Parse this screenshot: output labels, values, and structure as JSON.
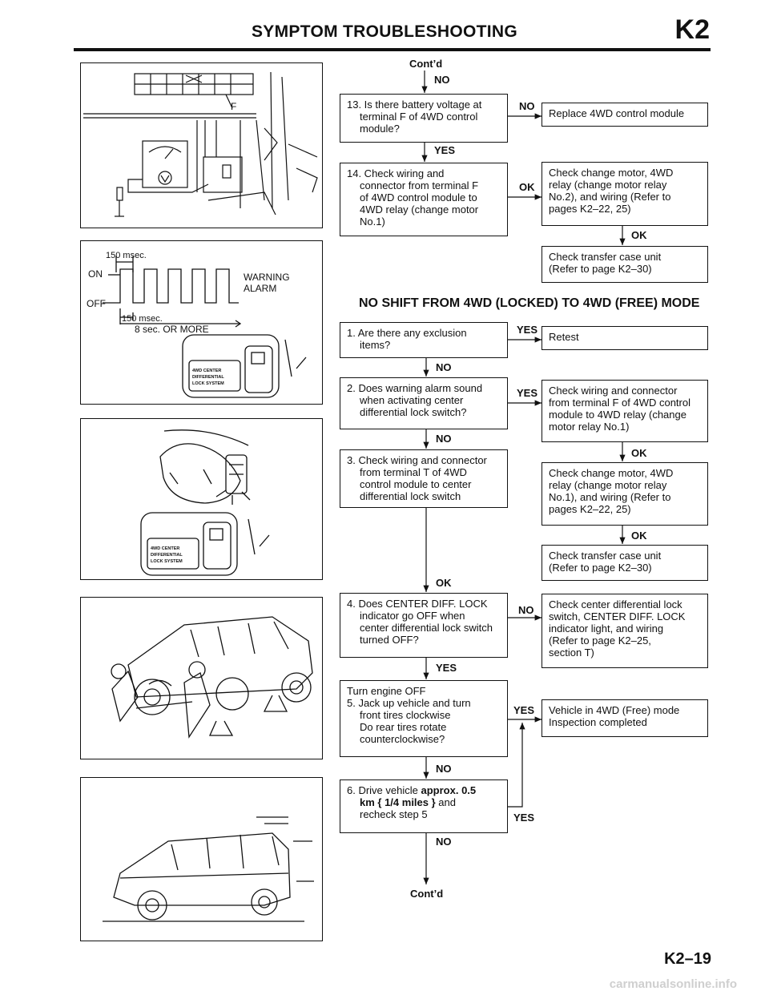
{
  "header": {
    "title": "SYMPTOM TROUBLESHOOTING",
    "code": "K2"
  },
  "page_number": "K2–19",
  "watermark": "carmanualsonline.info",
  "figures": {
    "fig1": {
      "terminal": "F"
    },
    "fig2": {
      "top_msec": "150 msec.",
      "on": "ON",
      "off": "OFF",
      "warning": "WARNING",
      "alarm": "ALARM",
      "bottom_msec": "150 msec.",
      "eight_sec": "8 sec. OR MORE",
      "switch_label": [
        "4WD CENTER",
        "DIFFERENTIAL",
        "LOCK SYSTEM"
      ]
    },
    "fig3": {
      "switch_label": [
        "4WD CENTER",
        "DIFFERENTIAL",
        "LOCK SYSTEM"
      ]
    }
  },
  "flow1": {
    "contd_top": "Cont’d",
    "no_top": "NO",
    "step13": [
      "13. Is there battery voltage at",
      "terminal F of 4WD control",
      "module?"
    ],
    "step13_no": "NO",
    "replace": "Replace 4WD control module",
    "step13_yes": "YES",
    "step14": [
      "14. Check wiring and",
      "connector from terminal F",
      "of 4WD control module to",
      "4WD relay (change motor",
      "No.1)"
    ],
    "step14_ok": "OK",
    "motor2": [
      "Check change motor, 4WD",
      "relay (change motor relay",
      "No.2), and wiring (Refer to",
      "pages K2–22, 25)"
    ],
    "motor2_ok": "OK",
    "transfer1": [
      "Check transfer case unit",
      "(Refer to page K2–30)"
    ]
  },
  "section_title": "NO SHIFT FROM 4WD (LOCKED) TO 4WD (FREE) MODE",
  "flow2": {
    "step1": [
      "1. Are there any exclusion",
      "items?"
    ],
    "step1_yes": "YES",
    "retest": "Retest",
    "step1_no": "NO",
    "step2": [
      "2. Does warning alarm sound",
      "when activating center",
      "differential lock switch?"
    ],
    "step2_yes": "YES",
    "wiring_f": [
      "Check wiring and connector",
      "from terminal F of 4WD control",
      "module to 4WD relay (change",
      "motor relay No.1)"
    ],
    "step2_no": "NO",
    "wiring_f_ok": "OK",
    "step3": [
      "3. Check wiring and connector",
      "from terminal T of 4WD",
      "control module to center",
      "differential lock switch"
    ],
    "motor1": [
      "Check change motor, 4WD",
      "relay (change motor relay",
      "No.1), and wiring (Refer to",
      "pages K2–22, 25)"
    ],
    "motor1_ok": "OK",
    "transfer2": [
      "Check transfer case unit",
      "(Refer to page K2–30)"
    ],
    "step3_ok": "OK",
    "step4": [
      "4. Does CENTER DIFF. LOCK",
      "indicator go OFF when",
      "center differential lock switch",
      "turned OFF?"
    ],
    "step4_no": "NO",
    "center_diff": [
      "Check center differential lock",
      "switch, CENTER DIFF. LOCK",
      "indicator light, and wiring",
      "(Refer to page K2–25,",
      "section T)"
    ],
    "step4_yes": "YES",
    "step5": [
      "Turn engine OFF",
      "5. Jack up vehicle and turn",
      "front tires clockwise",
      "Do rear tires rotate",
      "counterclockwise?"
    ],
    "step5_yes": "YES",
    "free_mode": [
      "Vehicle in 4WD (Free) mode",
      "Inspection completed"
    ],
    "step5_no": "NO",
    "step6_pre": "6. Drive vehicle",
    "step6_bold1": "approx. 0.5",
    "step6_bold2": "km { 1/4 miles }",
    "step6_post": "and",
    "step6_line3": "recheck step 5",
    "step6_yes": "YES",
    "step6_no": "NO",
    "contd_bottom": "Cont’d"
  }
}
